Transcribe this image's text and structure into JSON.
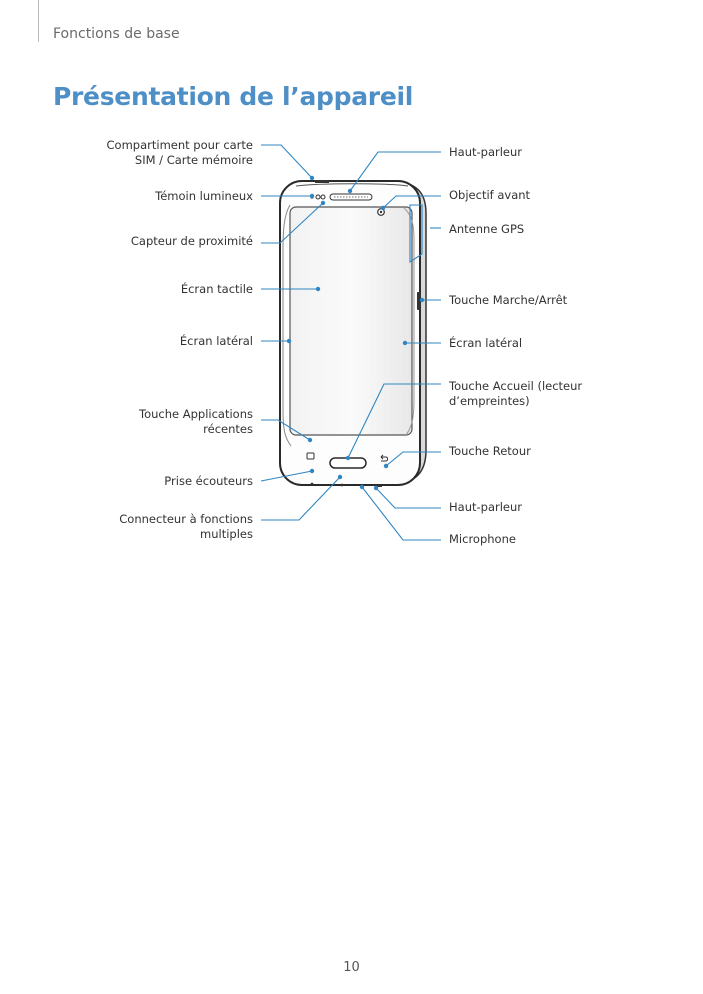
{
  "header": {
    "section": "Fonctions de base"
  },
  "title": "Présentation de l’appareil",
  "labels": {
    "sim_tray": [
      "Compartiment pour carte",
      "SIM / Carte mémoire"
    ],
    "led": "Témoin lumineux",
    "proximity": "Capteur de proximité",
    "touchscreen": "Écran tactile",
    "edge_left": "Écran latéral",
    "recents": [
      "Touche Applications",
      "récentes"
    ],
    "earjack": "Prise écouteurs",
    "usb": [
      "Connecteur à fonctions",
      "multiples"
    ],
    "earpiece": "Haut-parleur",
    "front_camera": "Objectif avant",
    "gps": "Antenne GPS",
    "power": "Touche Marche/Arrêt",
    "edge_right": "Écran latéral",
    "home": [
      "Touche Accueil (lecteur",
      "d’empreintes)"
    ],
    "back": "Touche Retour",
    "speaker": "Haut-parleur",
    "microphone": "Microphone"
  },
  "colors": {
    "accent": "#4d8fc6",
    "callout": "#2f86c2"
  },
  "footer": {
    "page_number": "10"
  }
}
